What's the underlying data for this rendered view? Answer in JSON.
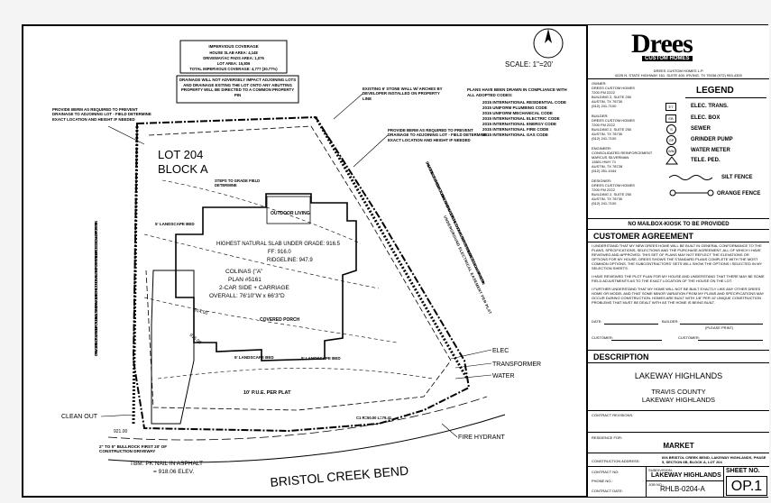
{
  "plan": {
    "scale": "SCALE:  1\"=20'",
    "lot": "LOT 204",
    "block": "BLOCK A",
    "street": "BRISTOL CREEK BEND",
    "coverage": {
      "title": "IMPERVIOUS COVERAGE",
      "house": "HOUSE SLAB AREA: 4,148",
      "drive": "DRIVEWAY/AC PADS AREA: 1,076",
      "lot_area": "LOT AREA: 15,806",
      "total": "TOTAL IMPERVIOUS COVERAGE: 4,777 (30.77%)"
    },
    "drainage_note": "DRAINAGE WILL NOT ADVERSELY IMPACT ADJOINING LOTS AND DRAINAGE EXITING THE LOT ONTO ANY ABUTTING PROPERTY WILL BE DIRECTED TO A COMMON PROPERTY PIN",
    "codes": [
      "PLANS HAVE BEEN DRAWN IN COMPLIANCE WITH",
      "ALL ADOPTED CODES:",
      "2015 INTERNATIONAL RESIDENTIAL CODE",
      "2015 UNIFORM PLUMBING CODE",
      "2015 UNIFORM MECHANICAL CODE",
      "2015 INTERNATIONAL ELECTRIC CODE",
      "2015 INTERNATIONAL ENERGY CODE",
      "2015 INTERNATIONAL FIRE CODE",
      "2015 INTERNATIONAL GAS CODE"
    ],
    "stone_wall": "EXISTING 6' STONE WALL W/ ARCHES BY DEVELOPER INSTALLED ON PROPERTY LINE",
    "berm_left": "PROVIDE BERM AS REQUIRED TO PREVENT DRAINAGE TO ADJOINING LOT - FIELD DETERMINE EXACT LOCATION AND HEIGHT IF NEEDED",
    "berm_right": "PROVIDE BERM AS REQUIRED TO PREVENT DRAINAGE TO ADJOINING LOT - FIELD DETERMINE EXACT LOCATION AND HEIGHT IF NEEDED",
    "slab_text": [
      "HIGHEST NATURAL SLAB UNDER GRADE: 916.5",
      "FF: 916.0",
      "RIDGELINE: 947.9"
    ],
    "house_text": [
      "COLINAS (\"A\"",
      "PLAN #5161",
      "2-CAR SIDE + CARRIAGE",
      "OVERALL: 76'10\"W x 66'3\"D"
    ],
    "outdoor_living": "OUTDOOR LIVING",
    "covered_porch": "COVERED PORCH",
    "steps": "STEPS TO GRADE FIELD DETERMINE",
    "landscape_bed": "5' LANDSCAPE BED",
    "landscape_bed2": "5' LANDSCAPE BED",
    "landscape_bed3": "5' LANDSCAPE BED",
    "pue": "10' P.U.E. PER PLAT",
    "elec": "ELEC",
    "transformer": "TRANSFORMER",
    "water": "WATER",
    "clean_out": "CLEAN OUT",
    "fire_hydrant": "FIRE HYDRANT",
    "bullrock": "2\" TO 5\" BULLROCK FIRST 20' OF CONSTRUCTION DRIVEWAY",
    "tbm": "TBM:  PK NAIL IN ASPHALT",
    "tbm_elev": "= 918.06 ELEV.",
    "rotated_left": "DRAINAGE WILL NOT ADVERSELY IMPACT ADJOINING LOTS AND DRAINAGE EXITING THE LOT ONTO ANY ABUTTING PROPERTY WILL BE DIRECTED TO A COMMON PROPERTY PIN",
    "rotated_right": "DRAINAGE WILL NOT ADVERSELY IMPACT ADJOINING LOTS AND DRAINAGE EXITING THE LOT ONTO ANY ABUTTING PROPERTY WILL BE DIRECTED TO A COMMON PROPERTY PIN",
    "easement": "UNDERGROUND ELECTRICAL EASEMENT PER PLAT",
    "contour_914": "914.00",
    "contour_915": "915.00",
    "elev_921": "921.00",
    "curve_data": "C1 R=50.00 L=79.41"
  },
  "title_block": {
    "logo": "Drees",
    "logo_sub": "CUSTOM HOMES",
    "company_line": "DREES CUSTOM HOMES L.P.",
    "company_addr": "6225 N. STATE HIGHWAY 161, SUITE 400, IRVING, TX  75038  (972) 953-4300",
    "owner": [
      "OWNER:",
      "DREES CUSTOM HOMES",
      "7200 FM 2222",
      "BUILDING 2, SUITE 250",
      "AUSTIN, TX 78730",
      "(512) 241-7100"
    ],
    "builder": [
      "BUILDER:",
      "DREES CUSTOM HOMES",
      "7200 FM 2222",
      "BUILDING 2, SUITE 250",
      "AUSTIN, TX 78730",
      "(512) 241-7100"
    ],
    "engineer": [
      "ENGINEER:",
      "CONSOLIDATED REINFORCEMENT",
      "MARCUS SILVERMAN",
      "13801 HWY 71",
      "AUSTIN, TX 78728",
      "(512) 251-1044"
    ],
    "designer": [
      "DESIGNER:",
      "DREES CUSTOM HOMES",
      "7200 FM 2222",
      "BUILDING 2, SUITE 250",
      "AUSTIN, TX 78730",
      "(512) 241-7100"
    ],
    "legend_title": "LEGEND",
    "legend": [
      {
        "code": "ET",
        "label": "ELEC. TRANS."
      },
      {
        "code": "EB",
        "label": "ELEC. BOX"
      },
      {
        "code": "S",
        "label": "SEWER"
      },
      {
        "code": "GP",
        "label": "GRINDER PUMP"
      },
      {
        "code": "WM",
        "label": "WATER METER"
      },
      {
        "code": "T",
        "label": "TELE. PED."
      },
      {
        "code": "",
        "label": "SILT FENCE"
      },
      {
        "code": "",
        "label": "ORANGE FENCE"
      }
    ],
    "mailbox": "NO MAILBOX-KIOSK TO BE PROVIDED",
    "agreement_title": "CUSTOMER AGREEMENT",
    "agreement_1": "I UNDERSTAND THAT MY NEW DREES HOME WILL BE BUILT IN GENERAL CONFORMANCE TO THE PLANS, SPECIFICATIONS, SELECTIONS AND THE PURCHASE AGREEMENT, ALL OF WHICH I HAVE REVIEWED AND APPROVED. THIS SET OF PLANS MAY NOT REFLECT THE ELEVATIONS OR OPTIONS FOR MY HOUSE, DREES SHOWS THE STANDARD PLANS COMPLETE WITH THE MOST COMMON OPTIONS. THE SUBCONTRACTORS' SETS WILL SHOW THE OPTIONS I SELECTED IN MY SELECTION SHEETS.",
    "agreement_2": "I HAVE REVIEWED THE PLOT PLAN FOR MY HOUSE AND UNDERSTAND THAT THERE MAY BE SOME FIELD ADJUSTMENTS AS TO THE EXACT LOCATION OF THE HOUSE ON THE LOT.",
    "agreement_3": "I FURTHER UNDERSTAND THAT MY HOME WILL NOT BE BUILT EXACTLY LIKE ANY OTHER DREES HOME OR MODEL AND THAT SOME MINOR VARIATION FROM MY PLANS AND SPECIFICATIONS MAY OCCUR DURING CONSTRUCTION. HOMES ARE BUILT WITH 1/8\" PER 10' UNIQUE CONSTRUCTION PROBLEMS THAT MUST BE DEALT WITH AS THE HOME IS BEING BUILT.",
    "date": "DATE:",
    "builder_sig": "BUILDER:",
    "please_print": "(PLEASE PRINT)",
    "customer": "CUSTOMER:",
    "customer2": "CUSTOMER:",
    "description_title": "DESCRIPTION",
    "project": "LAKEWAY HIGHLANDS",
    "county": "TRAVIS COUNTY",
    "city": "LAKEWAY HIGHLANDS",
    "revisions": "CONTRACT REVISIONS:",
    "residence_for": "RESIDENCE FOR:",
    "market": "MARKET",
    "construction_address_label": "CONSTRUCTION ADDRESS:",
    "construction_address": "606 BRISTOL CREEK BEND, LAKEWAY HIGHLANDS, PHASE 5, SECTION 6B, BLOCK A, LOT 204",
    "contract_no": "CONTRACT NO:",
    "subdivision_label": "SUBDIVISION:",
    "subdivision": "LAKEWAY HIGHLANDS",
    "phone_no": "PHONE NO.:",
    "job_no_label": "JOB NO.:",
    "job_no": "RHLB-0204-A",
    "contract_date": "CONTRACT DATE:",
    "sheet_no_label": "SHEET NO.",
    "sheet_no": "OP.1"
  }
}
